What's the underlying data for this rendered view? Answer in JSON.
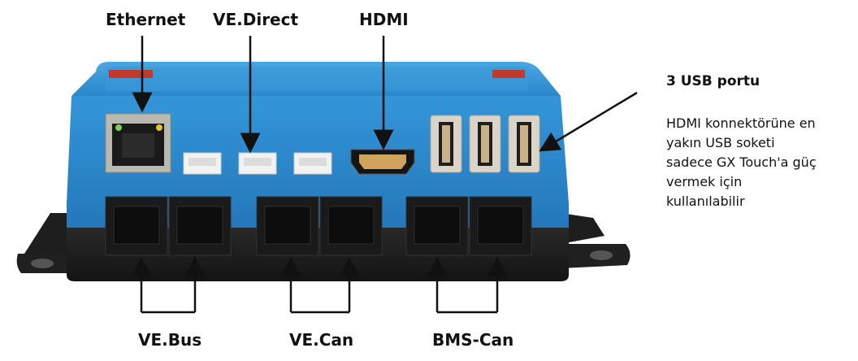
{
  "labels": {
    "ethernet": "Ethernet",
    "ve_direct": "VE.Direct",
    "hdmi": "HDMI",
    "ve_bus": "VE.Bus",
    "ve_can": "VE.Can",
    "bms_can": "BMS-Can"
  },
  "usb_callout": {
    "title": "3 USB portu",
    "note_lines": [
      "HDMI konnektörüne en",
      "yakın USB soketi",
      "sadece GX Touch'a güç",
      "vermek için",
      "kullanılabilir"
    ]
  },
  "colors": {
    "housing_blue": "#2f8fd0",
    "base_black": "#1c1c1c",
    "label_text": "#111111"
  }
}
